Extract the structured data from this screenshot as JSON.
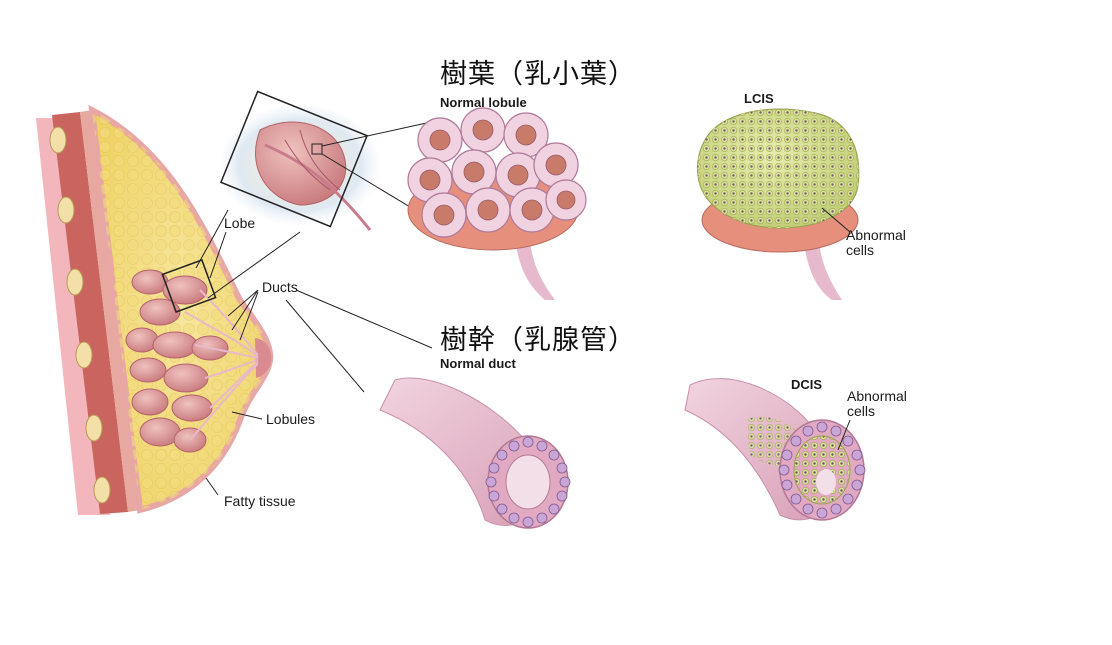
{
  "headings": {
    "lobule_cn": "樹葉（乳小葉）",
    "duct_cn": "樹幹（乳腺管）"
  },
  "labels": {
    "normal_lobule": "Normal lobule",
    "lcis": "LCIS",
    "abnormal_cells_lcis_1": "Abnormal",
    "abnormal_cells_lcis_2": "cells",
    "normal_duct": "Normal duct",
    "dcis": "DCIS",
    "abnormal_cells_dcis_1": "Abnormal",
    "abnormal_cells_dcis_2": "cells",
    "lobe": "Lobe",
    "ducts": "Ducts",
    "lobules": "Lobules",
    "fatty_tissue": "Fatty tissue"
  },
  "colors": {
    "fat": "#f3d86a",
    "tissue_pink": "#e8a3a8",
    "muscle_red": "#c8645c",
    "lobule_pink": "#d98b8f",
    "duct_pink": "#e7b9cc",
    "cell_purple": "#c9a6d6",
    "abnormal_yellow": "#d9e08a"
  }
}
